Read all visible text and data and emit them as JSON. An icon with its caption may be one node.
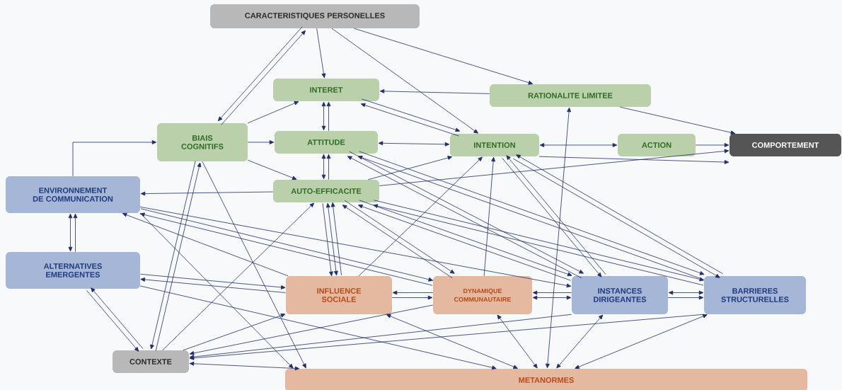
{
  "diagram": {
    "nodes": [
      {
        "text": [
          "CARACTERISTIQUES PERSONELLES"
        ]
      },
      {
        "text": [
          "INTERET"
        ]
      },
      {
        "text": [
          "RATIONALITE LIMITEE"
        ]
      },
      {
        "text": [
          "BIAIS COGNITIFS"
        ]
      },
      {
        "text": [
          "ATTITUDE"
        ]
      },
      {
        "text": [
          "INTENTION"
        ]
      },
      {
        "text": [
          "ACTION"
        ]
      },
      {
        "text": [
          "COMPORTEMENT"
        ]
      },
      {
        "text": [
          "ENVIRONNEMENT DE COMMUNICATION"
        ]
      },
      {
        "text": [
          "AUTO-EFFICACITE"
        ]
      },
      {
        "text": [
          "ALTERNATIVES EMERGENTES"
        ]
      },
      {
        "text": [
          "INFLUENCE SOCIALE"
        ]
      },
      {
        "text": [
          "DYNAMIQUE COMMUNAUTAIRE"
        ]
      },
      {
        "text": [
          "INSTANCES DIRIGEANTES"
        ]
      },
      {
        "text": [
          "BARRIERES STRUCTURELLES"
        ]
      },
      {
        "text": [
          "CONTEXTE"
        ]
      },
      {
        "text": [
          "METANORMES"
        ]
      }
    ],
    "edges": [
      {
        "from": 0,
        "to": 3,
        "arrow": "to"
      },
      {
        "from": 3,
        "to": 0,
        "arrow": "to"
      },
      {
        "from": 0,
        "to": 1,
        "arrow": "to"
      },
      {
        "from": 0,
        "to": 5,
        "arrow": "to"
      },
      {
        "from": 0,
        "to": 2,
        "arrow": "to"
      },
      {
        "from": 3,
        "to": 1,
        "arrow": "to"
      },
      {
        "from": 3,
        "to": 4,
        "arrow": "to"
      },
      {
        "from": 3,
        "to": 9,
        "arrow": "to"
      },
      {
        "from": 8,
        "to": 3,
        "arrow": "to"
      },
      {
        "from": 1,
        "to": 4,
        "arrow": "both"
      },
      {
        "from": 4,
        "to": 1,
        "arrow": "to"
      },
      {
        "from": 4,
        "to": 9,
        "arrow": "both"
      },
      {
        "from": 9,
        "to": 4,
        "arrow": "to"
      },
      {
        "from": 2,
        "to": 1,
        "arrow": "to"
      },
      {
        "from": 2,
        "to": 7,
        "arrow": "to"
      },
      {
        "from": 5,
        "to": 6,
        "arrow": "both"
      },
      {
        "from": 6,
        "to": 7,
        "arrow": "to"
      },
      {
        "from": 5,
        "to": 7,
        "arrow": "to"
      },
      {
        "from": 9,
        "to": 7,
        "arrow": "to"
      },
      {
        "from": 5,
        "to": 1,
        "arrow": "to"
      },
      {
        "from": 1,
        "to": 5,
        "arrow": "to"
      },
      {
        "from": 5,
        "to": 4,
        "arrow": "both"
      },
      {
        "from": 9,
        "to": 5,
        "arrow": "to"
      },
      {
        "from": 8,
        "to": 10,
        "arrow": "both"
      },
      {
        "from": 10,
        "to": 8,
        "arrow": "to"
      },
      {
        "from": 10,
        "to": 15,
        "arrow": "to"
      },
      {
        "from": 15,
        "to": 10,
        "arrow": "to"
      },
      {
        "from": 9,
        "to": 11,
        "arrow": "to"
      },
      {
        "from": 9,
        "to": 11,
        "arrow": "both"
      },
      {
        "from": 11,
        "to": 9,
        "arrow": "to"
      },
      {
        "from": 12,
        "to": 9,
        "arrow": "to"
      },
      {
        "from": 13,
        "to": 9,
        "arrow": "to"
      },
      {
        "from": 14,
        "to": 9,
        "arrow": "to"
      },
      {
        "from": 13,
        "to": 4,
        "arrow": "to"
      },
      {
        "from": 14,
        "to": 4,
        "arrow": "to"
      },
      {
        "from": 9,
        "to": 8,
        "arrow": "to"
      },
      {
        "from": 11,
        "to": 8,
        "arrow": "to"
      },
      {
        "from": 12,
        "to": 8,
        "arrow": "to"
      },
      {
        "from": 11,
        "to": 10,
        "arrow": "to"
      },
      {
        "from": 10,
        "to": 11,
        "arrow": "to"
      },
      {
        "from": 3,
        "to": 15,
        "arrow": "to"
      },
      {
        "from": 15,
        "to": 3,
        "arrow": "to"
      },
      {
        "from": 15,
        "to": 9,
        "arrow": "to"
      },
      {
        "from": 15,
        "to": 11,
        "arrow": "to"
      },
      {
        "from": 15,
        "to": 16,
        "arrow": "both"
      },
      {
        "from": 12,
        "to": 15,
        "arrow": "to"
      },
      {
        "from": 13,
        "to": 15,
        "arrow": "to"
      },
      {
        "from": 14,
        "to": 15,
        "arrow": "to"
      },
      {
        "from": 11,
        "to": 16,
        "arrow": "both"
      },
      {
        "from": 12,
        "to": 16,
        "arrow": "both"
      },
      {
        "from": 13,
        "to": 16,
        "arrow": "both"
      },
      {
        "from": 14,
        "to": 16,
        "arrow": "both"
      },
      {
        "from": 11,
        "to": 12,
        "arrow": "to"
      },
      {
        "from": 12,
        "to": 11,
        "arrow": "to"
      },
      {
        "from": 12,
        "to": 13,
        "arrow": "both"
      },
      {
        "from": 13,
        "to": 12,
        "arrow": "to"
      },
      {
        "from": 13,
        "to": 14,
        "arrow": "to"
      },
      {
        "from": 13,
        "to": 14,
        "arrow": "both"
      },
      {
        "from": 5,
        "to": 13,
        "arrow": "to"
      },
      {
        "from": 5,
        "to": 14,
        "arrow": "to"
      },
      {
        "from": 4,
        "to": 13,
        "arrow": "to"
      },
      {
        "from": 4,
        "to": 14,
        "arrow": "to"
      },
      {
        "from": 9,
        "to": 12,
        "arrow": "to"
      },
      {
        "from": 9,
        "to": 13,
        "arrow": "to"
      },
      {
        "from": 9,
        "to": 14,
        "arrow": "to"
      },
      {
        "from": 8,
        "to": 12,
        "arrow": "to"
      },
      {
        "from": 8,
        "to": 13,
        "arrow": "to"
      },
      {
        "from": 2,
        "to": 16,
        "arrow": "both"
      },
      {
        "from": 12,
        "to": 5,
        "arrow": "to"
      },
      {
        "from": 11,
        "to": 5,
        "arrow": "to"
      },
      {
        "from": 13,
        "to": 5,
        "arrow": "to"
      },
      {
        "from": 14,
        "to": 5,
        "arrow": "to"
      },
      {
        "from": 10,
        "to": 16,
        "arrow": "to"
      },
      {
        "from": 8,
        "to": 16,
        "arrow": "to"
      },
      {
        "from": 3,
        "to": 16,
        "arrow": "to"
      }
    ]
  }
}
